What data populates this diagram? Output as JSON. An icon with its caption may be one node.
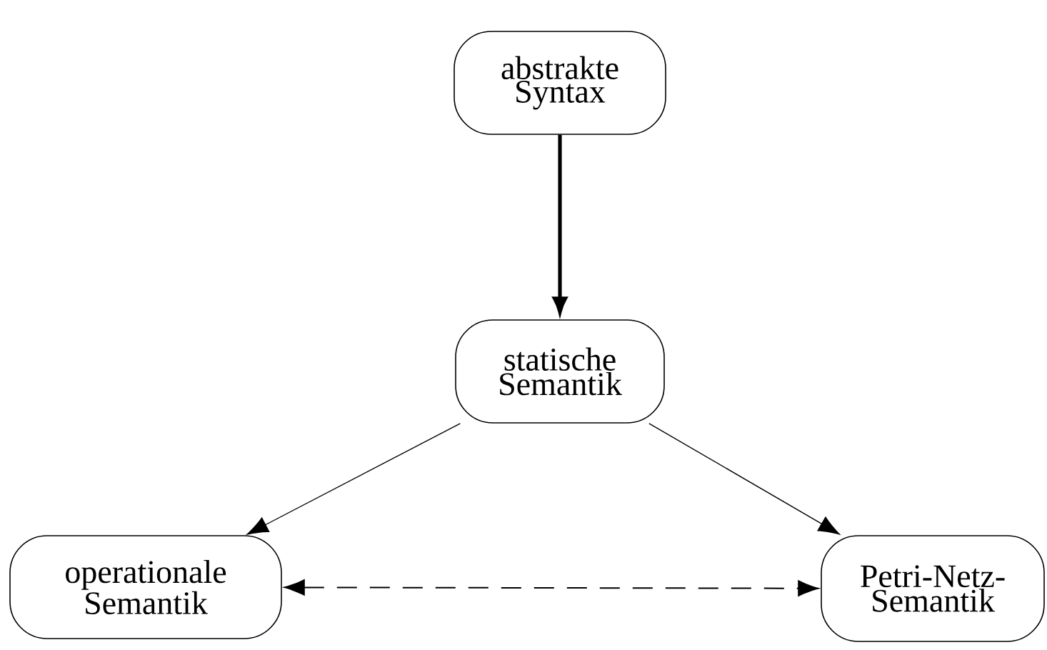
{
  "diagram": {
    "nodes": [
      {
        "text": [
          "abstrakte Syntax"
        ]
      },
      {
        "text": [
          "statische Semantik"
        ]
      },
      {
        "text": [
          "operationale Semantik"
        ]
      },
      {
        "text": [
          "Petri-Netz-Semantik"
        ]
      }
    ],
    "edges": [
      {
        "from": 0,
        "to": 1,
        "arrow": "to",
        "style": "thick"
      },
      {
        "from": 1,
        "to": 2,
        "arrow": "to"
      },
      {
        "from": 1,
        "to": 3,
        "arrow": "to"
      },
      {
        "from": 2,
        "to": 3,
        "arrow": "both",
        "style": "dashed"
      }
    ]
  }
}
